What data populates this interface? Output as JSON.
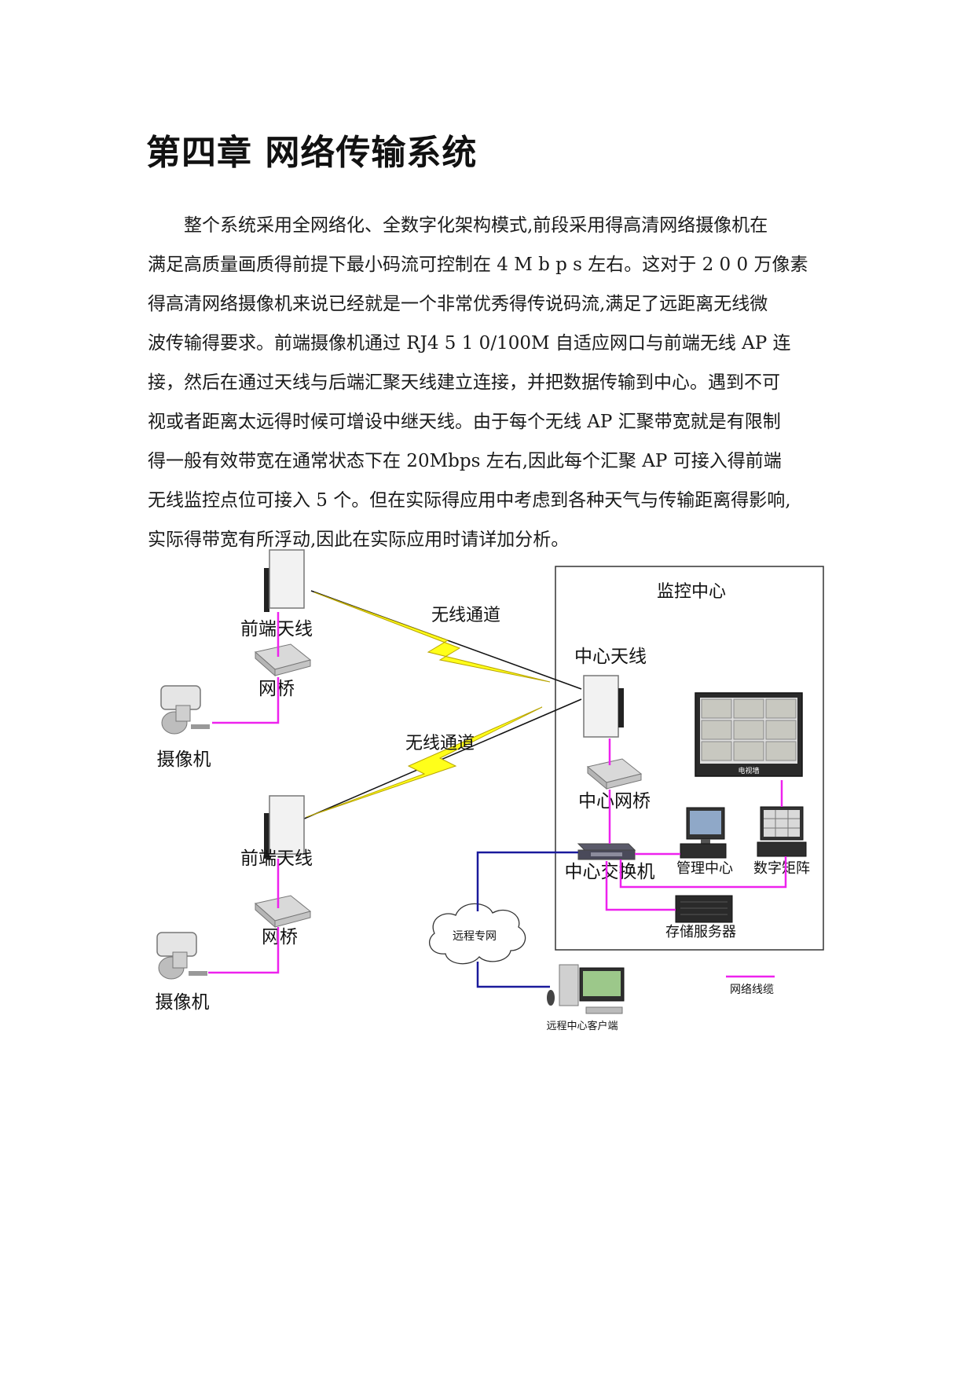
{
  "document": {
    "chapter_title": "第四章  网络传输系统",
    "paragraph_lines": [
      "整个系统采用全网络化、全数字化架构模式,前段采用得高清网络摄像机在",
      "满足高质量画质得前提下最小码流可控制在 4 M b p s 左右。这对于 2 0 0 万像素",
      "得高清网络摄像机来说已经就是一个非常优秀得传说码流,满足了远距离无线微",
      "波传输得要求。前端摄像机通过 RJ4 5    1 0/100M 自适应网口与前端无线 AP 连",
      "接，然后在通过天线与后端汇聚天线建立连接，并把数据传输到中心。遇到不可",
      "视或者距离太远得时候可增设中继天线。由于每个无线 AP 汇聚带宽就是有限制",
      "得一般有效带宽在通常状态下在 20Mbps 左右,因此每个汇聚 AP 可接入得前端",
      "无线监控点位可接入 5 个。但在实际得应用中考虑到各种天气与传输距离得影响,",
      "实际得带宽有所浮动,因此在实际应用时请详加分析。"
    ]
  },
  "diagram": {
    "control_center_label": "监控中心",
    "wireless_channel_1": "无线通道",
    "wireless_channel_2": "无线通道",
    "front_antenna_1": "前端天线",
    "bridge_1": "网桥",
    "camera_1": "摄像机",
    "front_antenna_2": "前端天线",
    "bridge_2": "网桥",
    "camera_2": "摄像机",
    "center_antenna": "中心天线",
    "center_bridge": "中心网桥",
    "center_switch": "中心交换机",
    "management_center": "管理中心",
    "digital_matrix": "数字矩阵",
    "storage_server": "存储服务器",
    "remote_network": "远程专网",
    "remote_client": "远程中心客户端",
    "tv_wall_label": "电视墙",
    "legend_cable": "网络线缆",
    "colors": {
      "network_cable": "#ee22ee",
      "remote_link": "#1a1a9c",
      "wireless_bolt": "#ffff1a",
      "border": "#333333"
    }
  }
}
